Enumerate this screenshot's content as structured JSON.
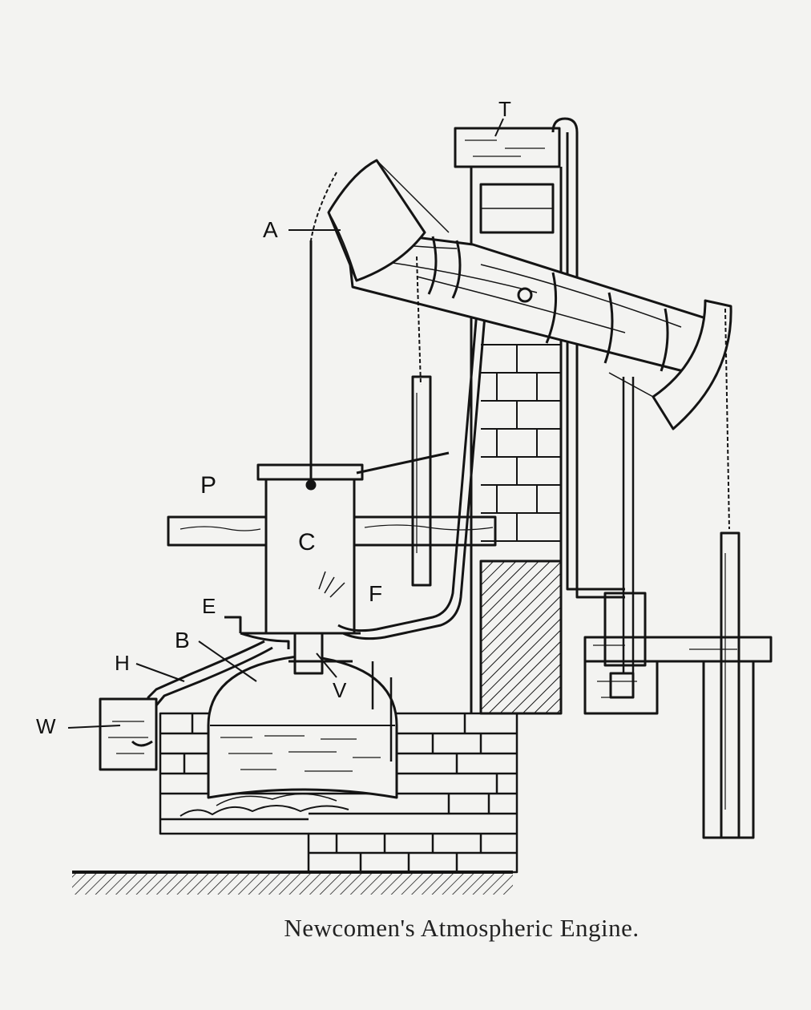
{
  "caption": "Newcomen's Atmospheric Engine.",
  "labels": {
    "T": "T",
    "A": "A",
    "P": "P",
    "C": "C",
    "F": "F",
    "E": "E",
    "B": "B",
    "H": "H",
    "V": "V",
    "W": "W"
  },
  "colors": {
    "ink": "#141414",
    "paper": "#f3f3f1"
  }
}
